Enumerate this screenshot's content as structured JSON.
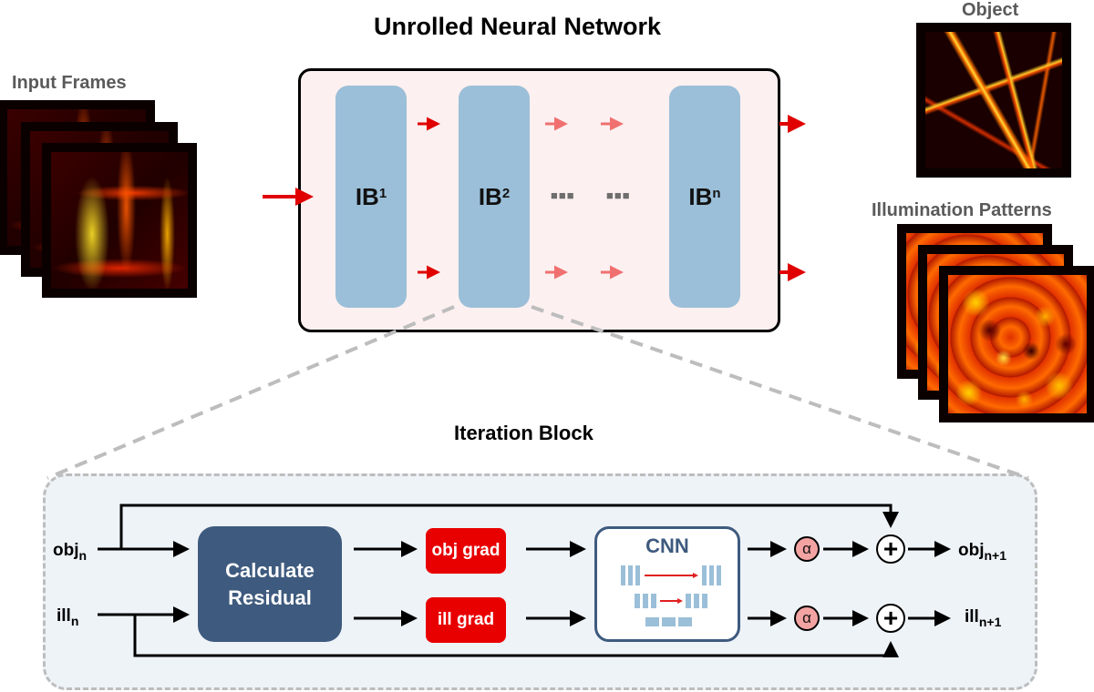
{
  "title": "Unrolled Neural Network",
  "input_frames": {
    "label": "Input Frames",
    "count": 3
  },
  "outputs": {
    "object_label": "Object",
    "illumination_label": "Illumination Patterns",
    "illumination_count": 3
  },
  "iteration_blocks": [
    {
      "base": "IB",
      "sup": "1"
    },
    {
      "base": "IB",
      "sup": "2"
    },
    {
      "base": "IB",
      "sup": "n"
    }
  ],
  "ellipsis": [
    "■■■",
    "■■■"
  ],
  "iteration_block": {
    "title": "Iteration Block",
    "inputs": [
      {
        "base": "obj",
        "sub": "n"
      },
      {
        "base": "ill",
        "sub": "n"
      }
    ],
    "calculate_residual": "Calculate Residual",
    "grads": [
      "obj grad",
      "ill grad"
    ],
    "cnn_label": "CNN",
    "alpha_symbol": "α",
    "plus_symbol": "+",
    "outputs": [
      {
        "base": "obj",
        "sub": "n+1"
      },
      {
        "base": "ill",
        "sub": "n+1"
      }
    ]
  },
  "colors": {
    "arrow_red": "#e00000",
    "arrow_light_red": "#f07070",
    "block_blue": "#9bbfd8",
    "residual_navy": "#3e5a7e",
    "grad_red": "#e80000",
    "alpha_pink": "#f4a3a3",
    "unrolled_bg": "#fdf0f0",
    "iteration_bg": "#eef3f8",
    "dash_grey": "#bdbdbd"
  }
}
